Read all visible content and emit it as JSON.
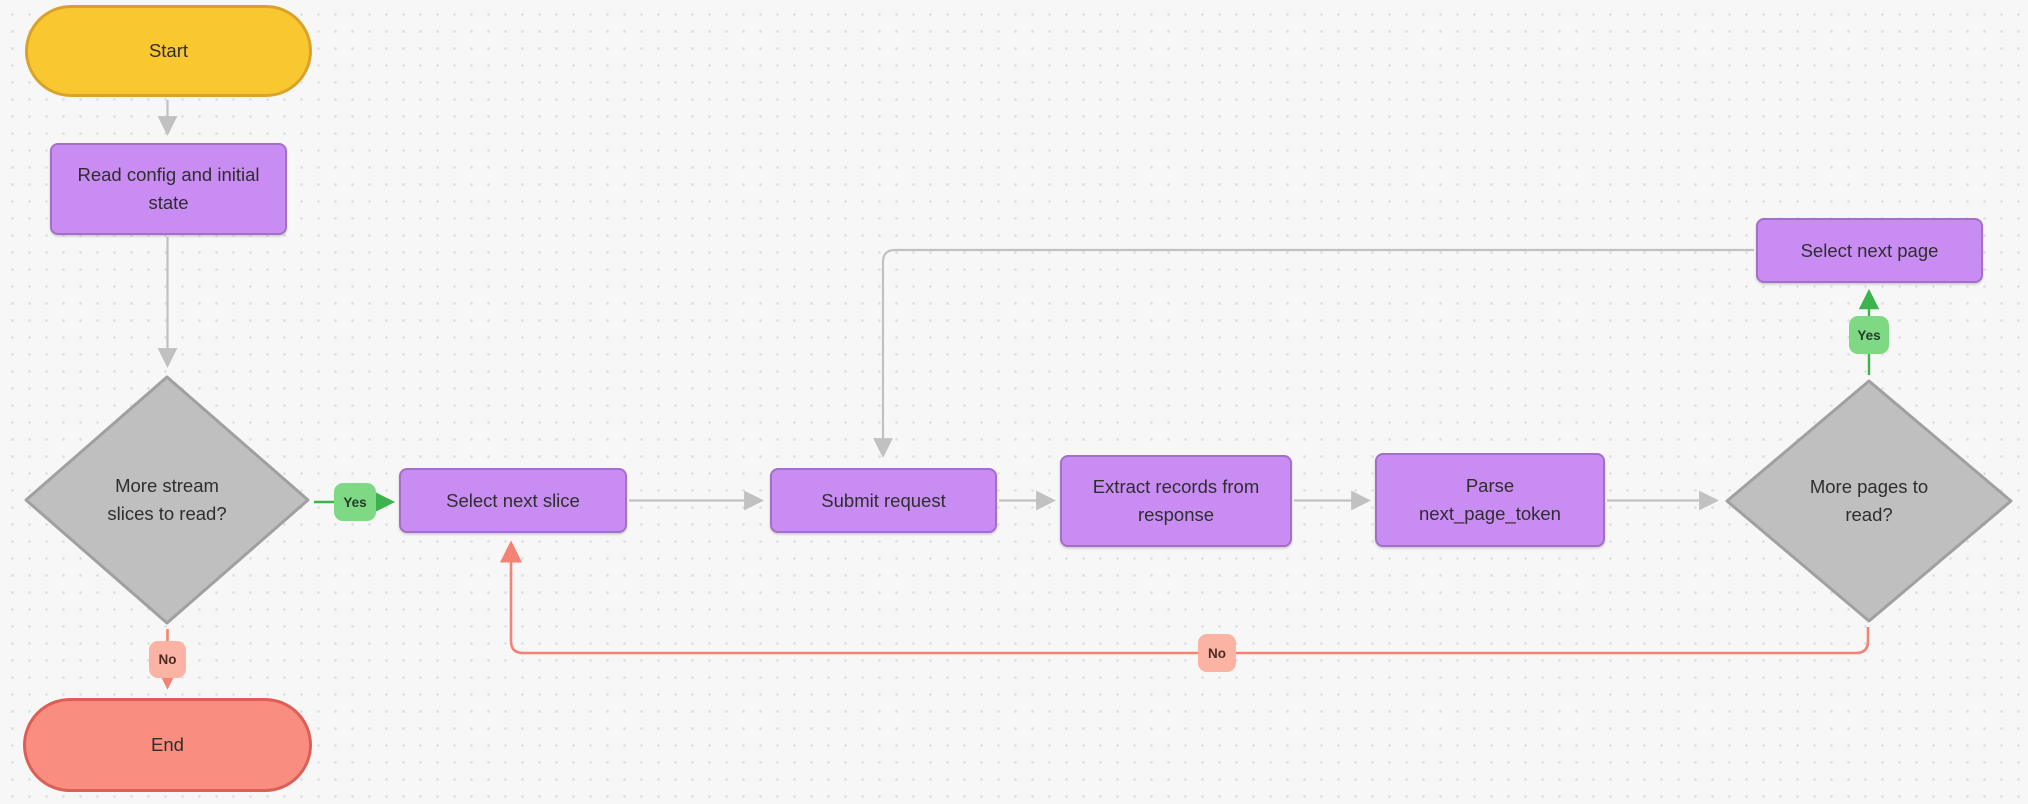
{
  "diagram": {
    "nodes": {
      "start": {
        "label": "Start",
        "shape": "terminator",
        "fill": "#f9c72f"
      },
      "read_config": {
        "label": "Read config and initial\nstate",
        "shape": "process",
        "fill": "#c98cf3"
      },
      "more_slices": {
        "label": "More stream\nslices to read?",
        "shape": "decision",
        "fill": "#bfbfbf"
      },
      "select_next_slice": {
        "label": "Select next slice",
        "shape": "process",
        "fill": "#c98cf3"
      },
      "submit_request": {
        "label": "Submit request",
        "shape": "process",
        "fill": "#c98cf3"
      },
      "extract_records": {
        "label": "Extract records from\nresponse",
        "shape": "process",
        "fill": "#c98cf3"
      },
      "parse_token": {
        "label": "Parse\nnext_page_token",
        "shape": "process",
        "fill": "#c98cf3"
      },
      "more_pages": {
        "label": "More pages to\nread?",
        "shape": "decision",
        "fill": "#bfbfbf"
      },
      "select_next_page": {
        "label": "Select next page",
        "shape": "process",
        "fill": "#c98cf3"
      },
      "end": {
        "label": "End",
        "shape": "terminator",
        "fill": "#f98d80"
      }
    },
    "edge_labels": {
      "yes1": "Yes",
      "no1": "No",
      "yes2": "Yes",
      "no2": "No"
    },
    "edges": [
      {
        "from": "start",
        "to": "read_config"
      },
      {
        "from": "read_config",
        "to": "more_slices"
      },
      {
        "from": "more_slices",
        "to": "select_next_slice",
        "label": "Yes",
        "color": "green"
      },
      {
        "from": "more_slices",
        "to": "end",
        "label": "No",
        "color": "red"
      },
      {
        "from": "select_next_slice",
        "to": "submit_request"
      },
      {
        "from": "submit_request",
        "to": "extract_records"
      },
      {
        "from": "extract_records",
        "to": "parse_token"
      },
      {
        "from": "parse_token",
        "to": "more_pages"
      },
      {
        "from": "more_pages",
        "to": "select_next_page",
        "label": "Yes",
        "color": "green"
      },
      {
        "from": "more_pages",
        "to": "select_next_slice",
        "label": "No",
        "color": "red"
      },
      {
        "from": "select_next_page",
        "to": "submit_request"
      }
    ]
  },
  "colors": {
    "bg": "#f7f7f7",
    "dot": "#e1e1e1",
    "text": "#2e2e2e",
    "edge-gray": "#c1c1c1",
    "edge-green": "#3cb34c",
    "edge-red": "#f48275",
    "yellow-fill": "#f9c72f",
    "yellow-border": "#d9a32b",
    "purple-fill": "#c98cf3",
    "purple-border": "#a46fc8",
    "gray-fill": "#bfbfbf",
    "gray-border": "#a0a0a0",
    "red-fill": "#f98d80",
    "red-border": "#dc5f55",
    "green-badge": "#7fd884",
    "no-badge": "#fbb3a4",
    "badge-yes-text": "#263d28",
    "badge-no-text": "#4d2b25"
  }
}
